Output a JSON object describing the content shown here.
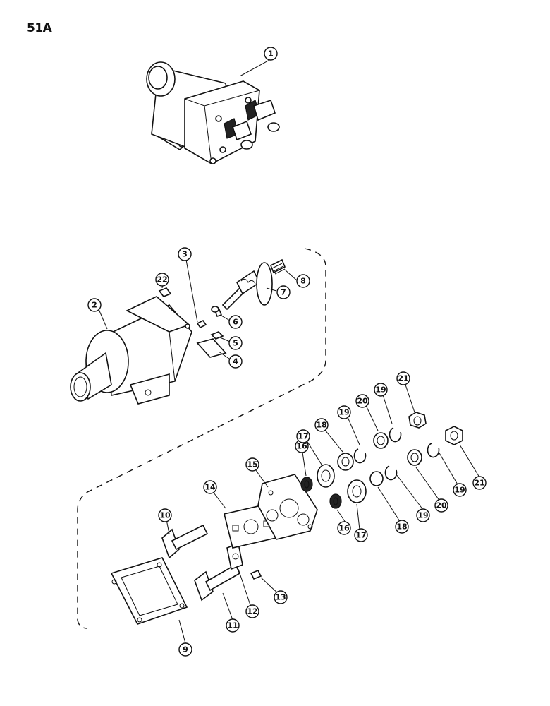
{
  "page": {
    "number": "51A"
  },
  "callouts": {
    "c1": "1",
    "c2": "2",
    "c3": "3",
    "c4": "4",
    "c5": "5",
    "c6": "6",
    "c7": "7",
    "c8": "8",
    "c9": "9",
    "c10": "10",
    "c11": "11",
    "c12": "12",
    "c13": "13",
    "c14": "14",
    "c15": "15",
    "c16a": "16",
    "c16b": "16",
    "c17a": "17",
    "c17b": "17",
    "c18a": "18",
    "c18b": "18",
    "c19a": "19",
    "c19b": "19",
    "c19c": "19",
    "c19d": "19",
    "c20a": "20",
    "c20b": "20",
    "c21a": "21",
    "c21b": "21",
    "c22": "22"
  }
}
